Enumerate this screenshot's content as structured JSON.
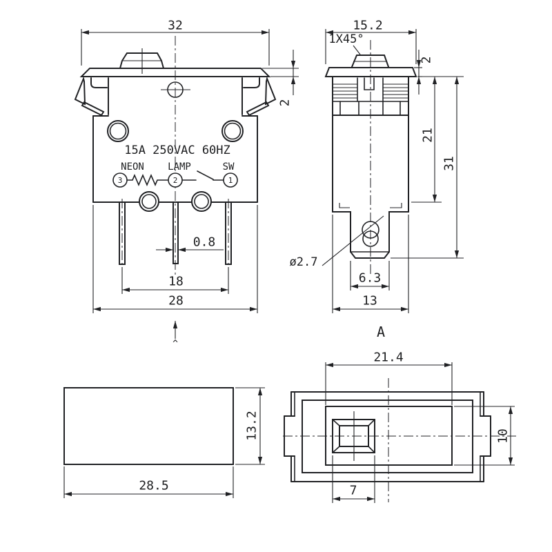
{
  "front": {
    "dim_width": "32",
    "dim_flange": "2",
    "rating": "15A 250VAC 60HZ",
    "label_neon": "NEON",
    "label_lamp": "LAMP",
    "label_sw": "SW",
    "terminal_3": "3",
    "terminal_2": "2",
    "terminal_1": "1",
    "dim_pin": "0.8",
    "dim_pitch": "18",
    "dim_body": "28",
    "pointer": "^"
  },
  "side": {
    "dim_width": "15.2",
    "note_chamfer": "1X45°",
    "dim_flange": "2",
    "dim_body_h": "21",
    "dim_total_h": "31",
    "dim_hole": "ø2.7",
    "dim_tab": "6.3",
    "dim_depth": "13",
    "view_label": "A"
  },
  "profile": {
    "dim_h": "13.2",
    "dim_w": "28.5"
  },
  "top": {
    "dim_cutout_w": "21.4",
    "dim_cutout_h": "10",
    "dim_button": "7"
  },
  "colors": {
    "line": "#202124",
    "background": "#ffffff"
  }
}
